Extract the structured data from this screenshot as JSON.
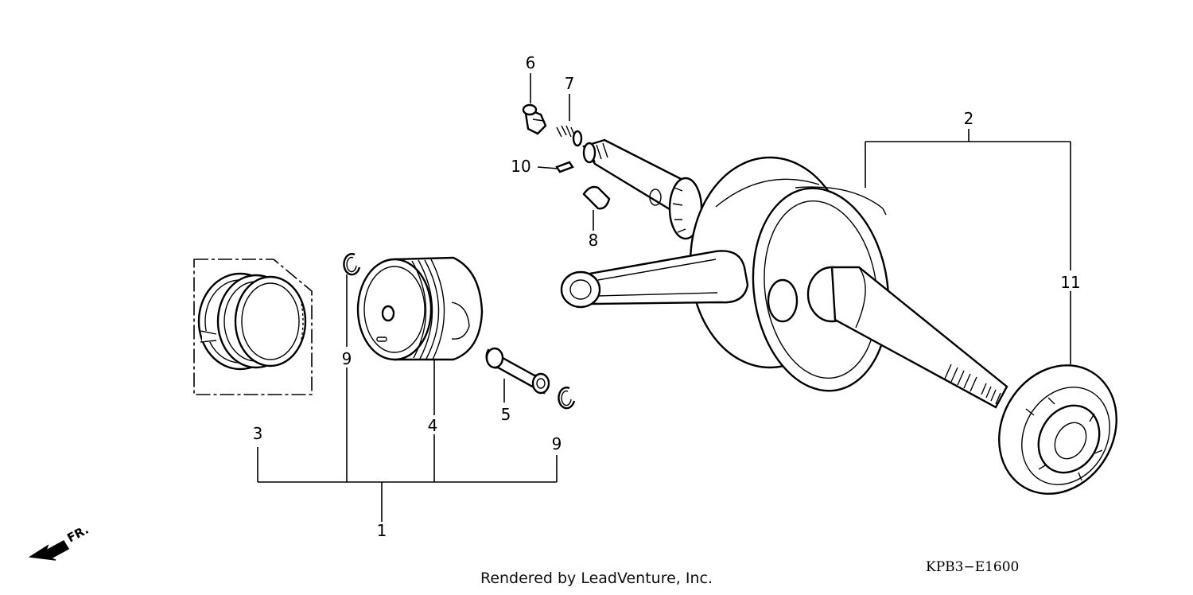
{
  "callouts": [
    {
      "id": "1",
      "label": "1"
    },
    {
      "id": "2",
      "label": "2"
    },
    {
      "id": "3",
      "label": "3"
    },
    {
      "id": "4",
      "label": "4"
    },
    {
      "id": "5",
      "label": "5"
    },
    {
      "id": "6",
      "label": "6"
    },
    {
      "id": "7",
      "label": "7"
    },
    {
      "id": "8",
      "label": "8"
    },
    {
      "id": "9a",
      "label": "9"
    },
    {
      "id": "9b",
      "label": "9"
    },
    {
      "id": "10",
      "label": "10"
    },
    {
      "id": "11",
      "label": "11"
    }
  ],
  "diagram_code": "KPB3−E1600",
  "direction_label": "FR.",
  "footer": "Rendered by LeadVenture, Inc."
}
